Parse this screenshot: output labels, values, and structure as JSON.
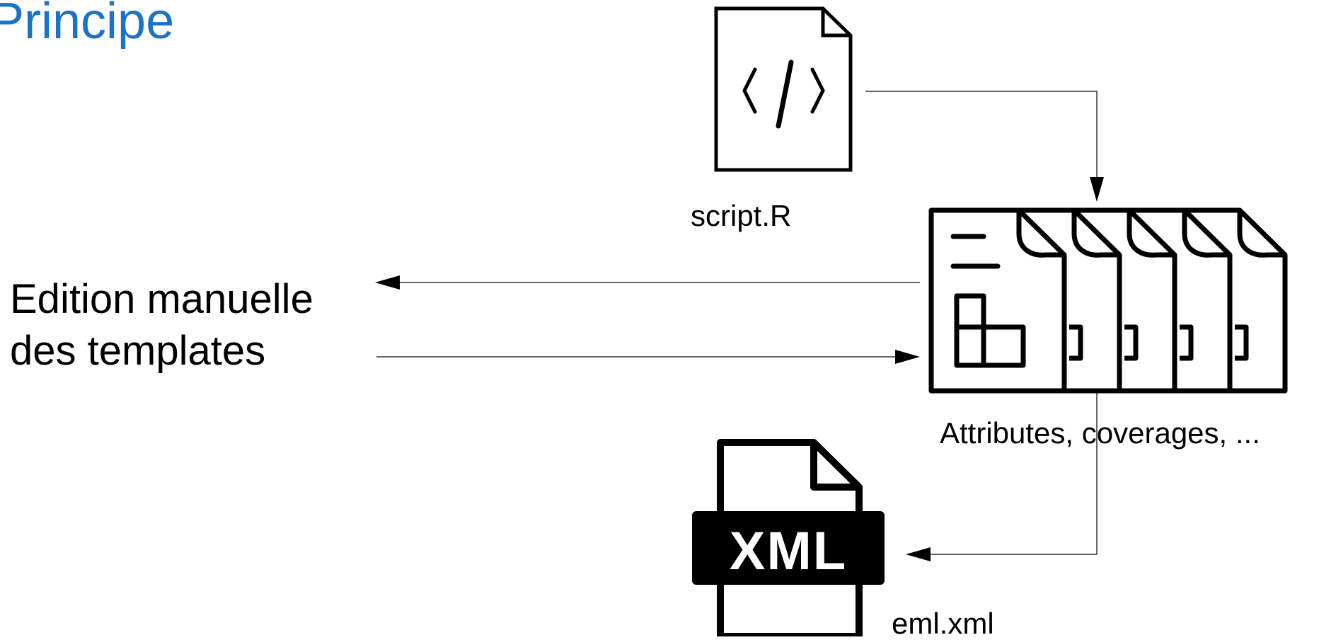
{
  "title": "Principe",
  "colors": {
    "title": "#1a73c8",
    "stroke": "#000000",
    "connector": "#333333"
  },
  "side_label": {
    "line1": "Edition manuelle",
    "line2": "des templates"
  },
  "nodes": {
    "script": {
      "caption": "script.R",
      "icon": "code-file-icon"
    },
    "templates": {
      "caption": "Attributes, coverages, ...",
      "icon": "stacked-spreadsheet-files-icon"
    },
    "eml": {
      "caption": "eml.xml",
      "icon": "xml-file-icon",
      "badge": "XML"
    }
  }
}
